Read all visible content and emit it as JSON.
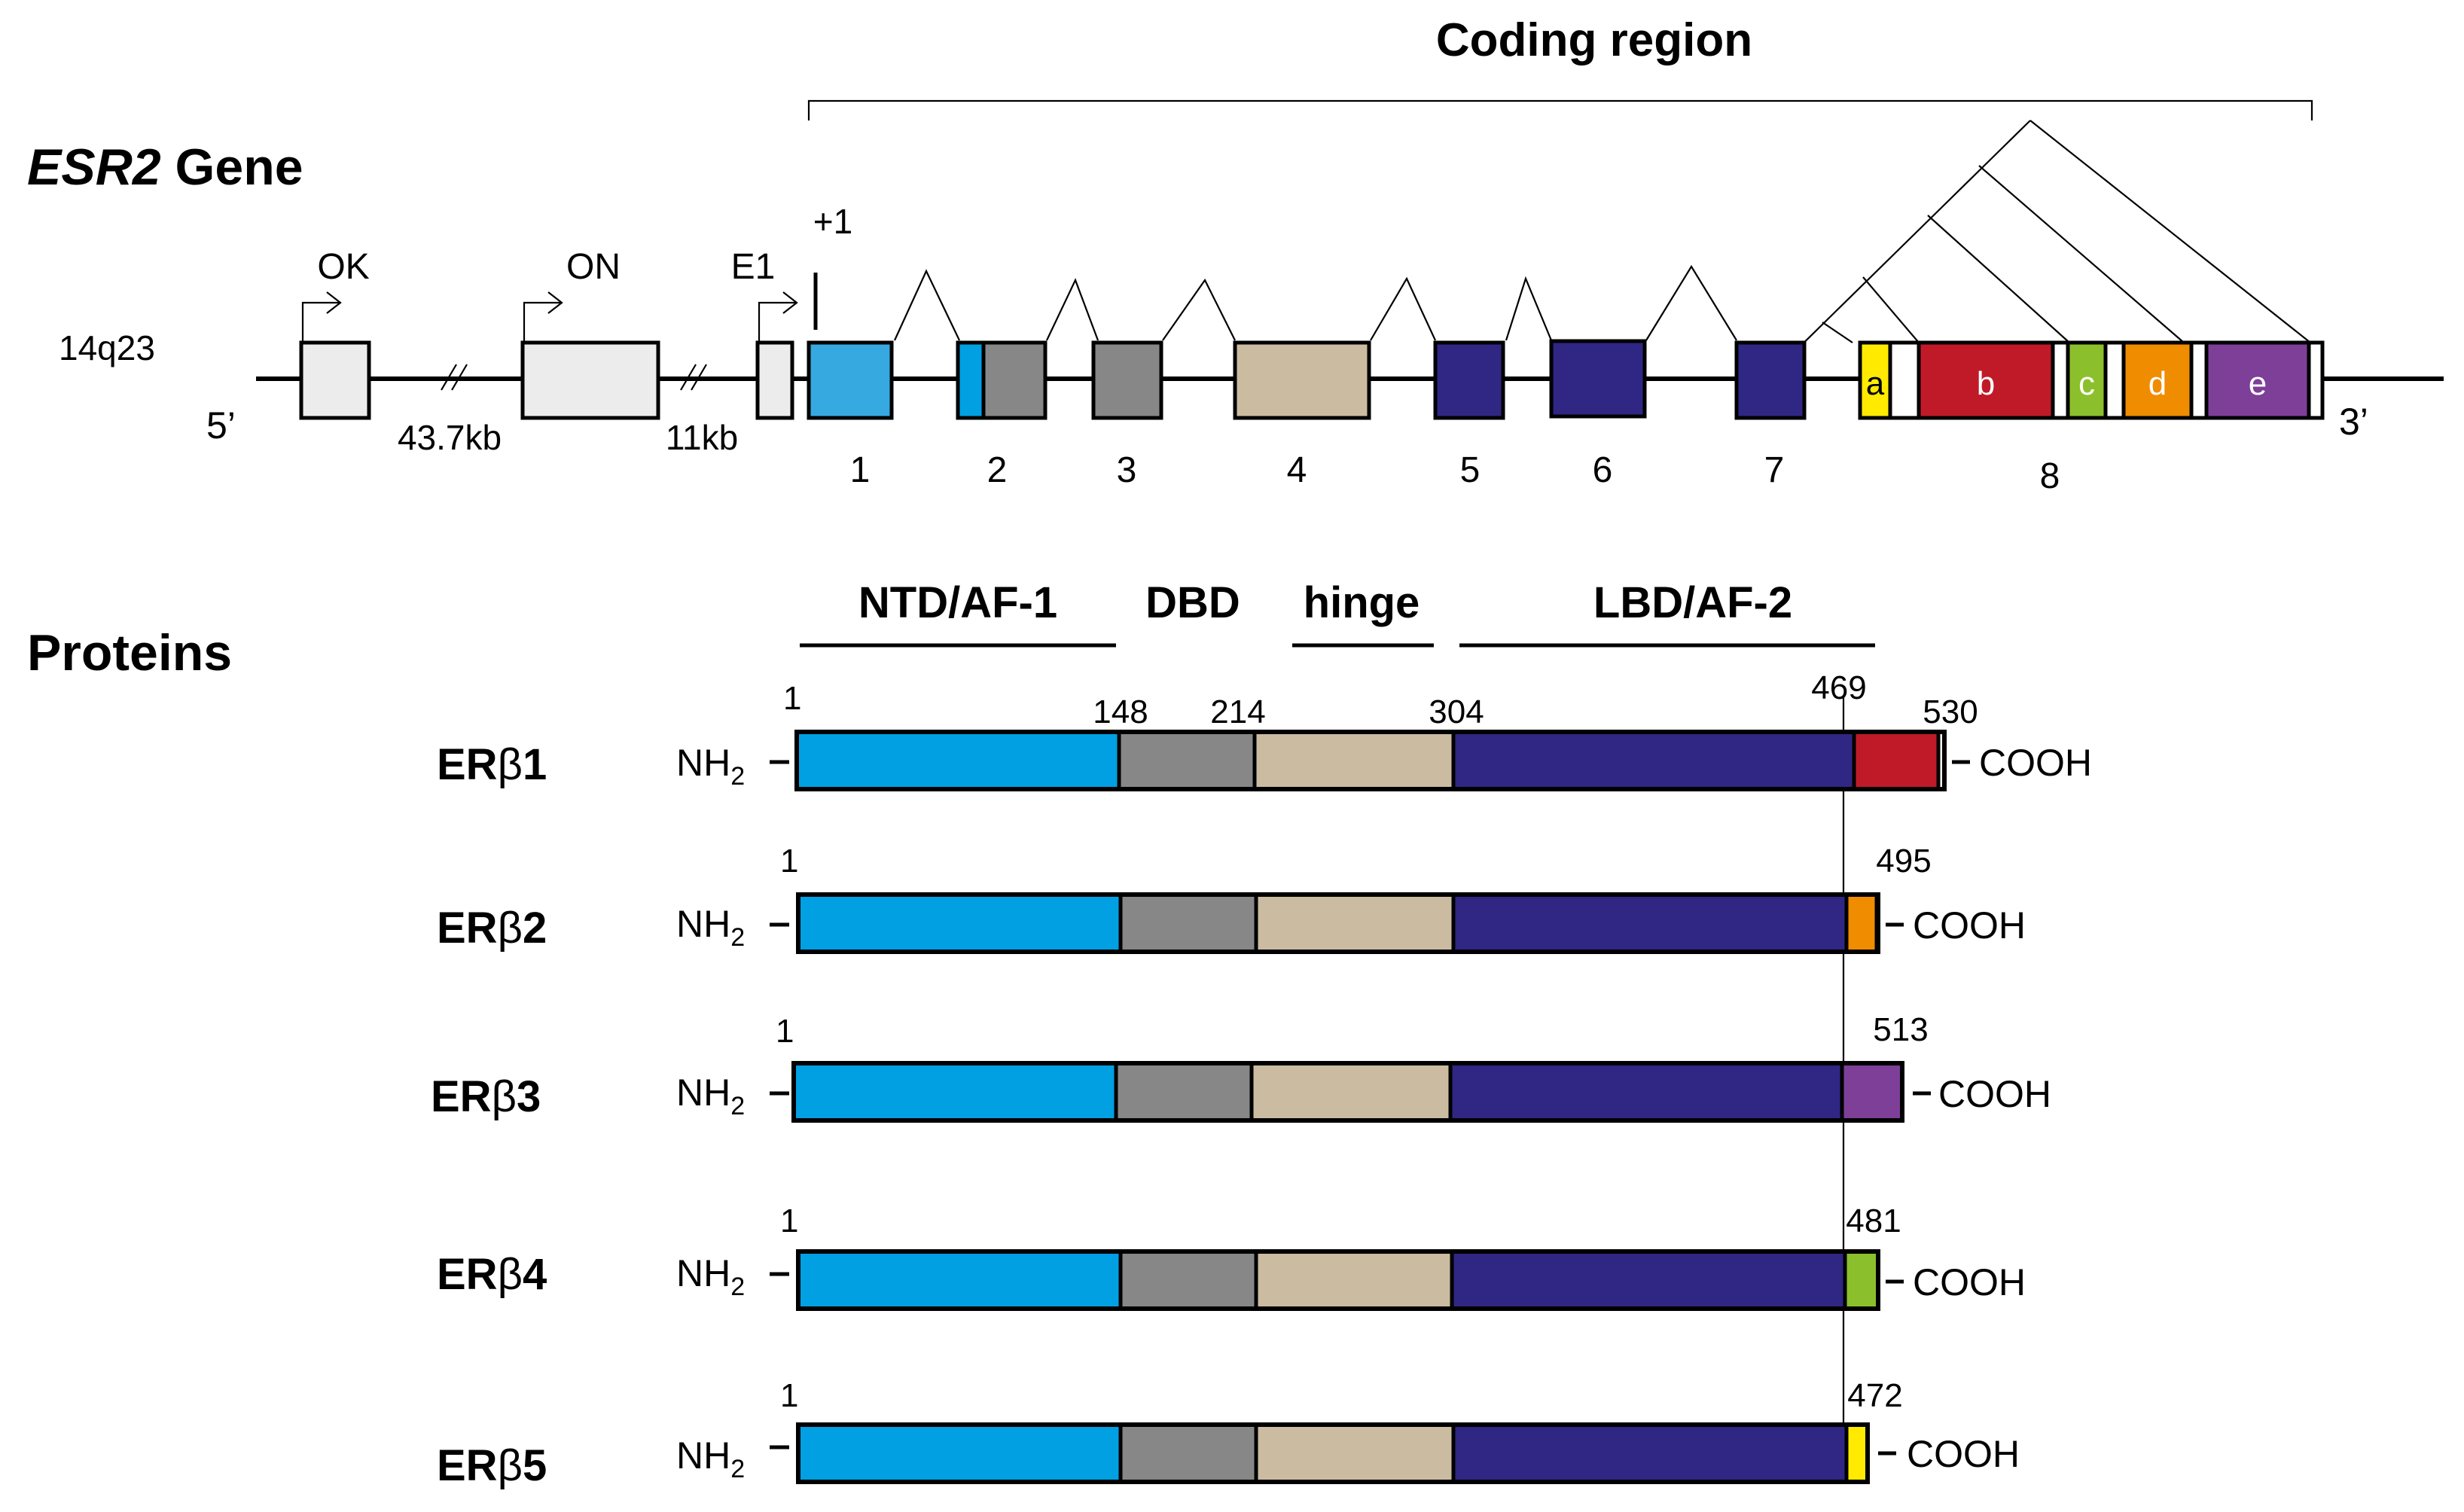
{
  "gene": {
    "title_italic": "ESR2",
    "title_rest": " Gene",
    "coding_region_label": "Coding region",
    "locus": "14q23",
    "five_prime": "5’",
    "three_prime": "3’",
    "plus_one": "+1",
    "promoters": [
      "OK",
      "ON",
      "E1"
    ],
    "gap_labels": [
      "43.7kb",
      "11kb"
    ],
    "exon_numbers": [
      "1",
      "2",
      "3",
      "4",
      "5",
      "6",
      "7",
      "8"
    ],
    "exon8_segments": [
      "a",
      "b",
      "c",
      "d",
      "e"
    ]
  },
  "proteins": {
    "title": "Proteins",
    "domains": [
      "NTD/AF-1",
      "DBD",
      "hinge",
      "LBD/AF-2"
    ],
    "nh2": "NH",
    "nh2_sub": "2",
    "cooh": "COOH",
    "isoform_prefix": "ER",
    "isoform_greek": "β",
    "position_labels": [
      "1",
      "148",
      "214",
      "304",
      "469",
      "530"
    ],
    "isoforms": [
      {
        "number": "1",
        "start": "1",
        "end": "530",
        "tail_color": "#c01a28"
      },
      {
        "number": "2",
        "start": "1",
        "end": "495",
        "tail_color": "#f08c00"
      },
      {
        "number": "3",
        "start": "1",
        "end": "513",
        "tail_color": "#7d3f98"
      },
      {
        "number": "4",
        "start": "1",
        "end": "481",
        "tail_color": "#8bc02c"
      },
      {
        "number": "5",
        "start": "1",
        "end": "472",
        "tail_color": "#ffea00"
      }
    ]
  },
  "colors": {
    "ntd": "#00a0e3",
    "exon1": "#36a9e1",
    "dbd": "#878787",
    "hinge": "#cbbca1",
    "lbd": "#302683",
    "promoter_exon": "#ececec",
    "seg_a": "#ffea00",
    "seg_b": "#c01a28",
    "seg_c": "#8bc02c",
    "seg_d": "#f08c00",
    "seg_e": "#7d3f98"
  }
}
